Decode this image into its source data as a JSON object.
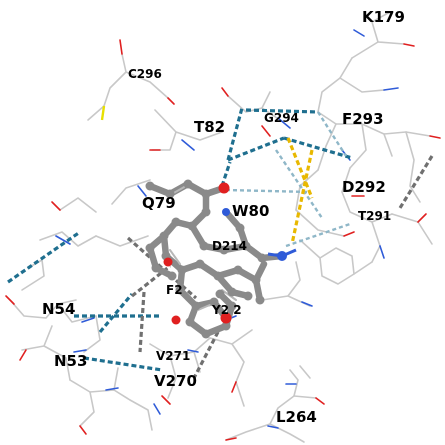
{
  "colors": {
    "background": "#ffffff",
    "carbon_wire": "#c8c8c8",
    "nitrogen": "#2f5bd8",
    "oxygen": "#e02020",
    "sulfur": "#e8e000",
    "hbond": "#1f6f8f",
    "hbond_light": "#8fb7c8",
    "pi_contact": "#e8b800",
    "hydrophobic": "#707070",
    "ligand_carbon": "#8a8a8a"
  },
  "residues": [
    {
      "id": "K179",
      "label": "K179"
    },
    {
      "id": "C296",
      "label": "C296"
    },
    {
      "id": "T82",
      "label": "T82"
    },
    {
      "id": "G294",
      "label": "G294"
    },
    {
      "id": "F293",
      "label": "F293"
    },
    {
      "id": "D292",
      "label": "D292"
    },
    {
      "id": "Q79",
      "label": "Q79"
    },
    {
      "id": "W80",
      "label": "W80"
    },
    {
      "id": "D214",
      "label": "D214"
    },
    {
      "id": "T291",
      "label": "T291"
    },
    {
      "id": "F2xx",
      "label": "F2"
    },
    {
      "id": "Y2xx",
      "label": "Y2 2"
    },
    {
      "id": "N54",
      "label": "N54"
    },
    {
      "id": "N53",
      "label": "N53"
    },
    {
      "id": "V271",
      "label": "V271"
    },
    {
      "id": "V270",
      "label": "V270"
    },
    {
      "id": "L264",
      "label": "L264"
    }
  ]
}
